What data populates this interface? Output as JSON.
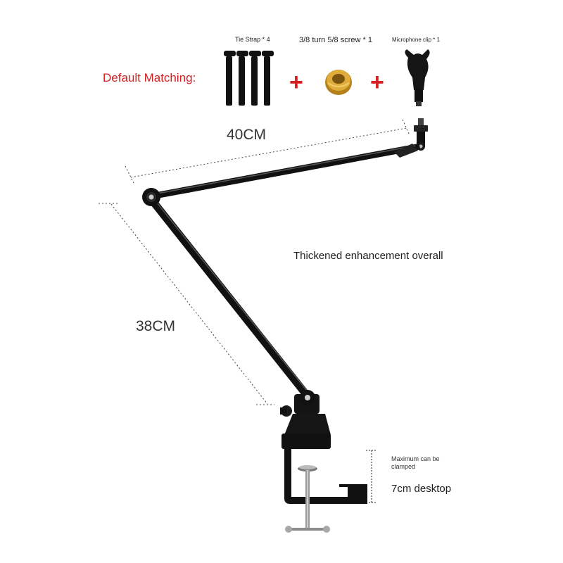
{
  "accessories": {
    "tie_strap_label": "Tie Strap * 4",
    "screw_label": "3/8 turn 5/8 screw * 1",
    "clip_label": "Microphone clip * 1",
    "default_matching": "Default Matching:",
    "plus_symbol": "+"
  },
  "dimensions": {
    "upper_arm": "40CM",
    "lower_arm": "38CM"
  },
  "notes": {
    "overall": "Thickened enhancement overall",
    "clamp_line1": "Maximum can be",
    "clamp_line2": "clamped",
    "clamp_desktop": "7cm desktop"
  },
  "colors": {
    "accent": "#d42020",
    "arm": "#111111",
    "brass": "#c8951f",
    "steel": "#9a9a9a"
  }
}
